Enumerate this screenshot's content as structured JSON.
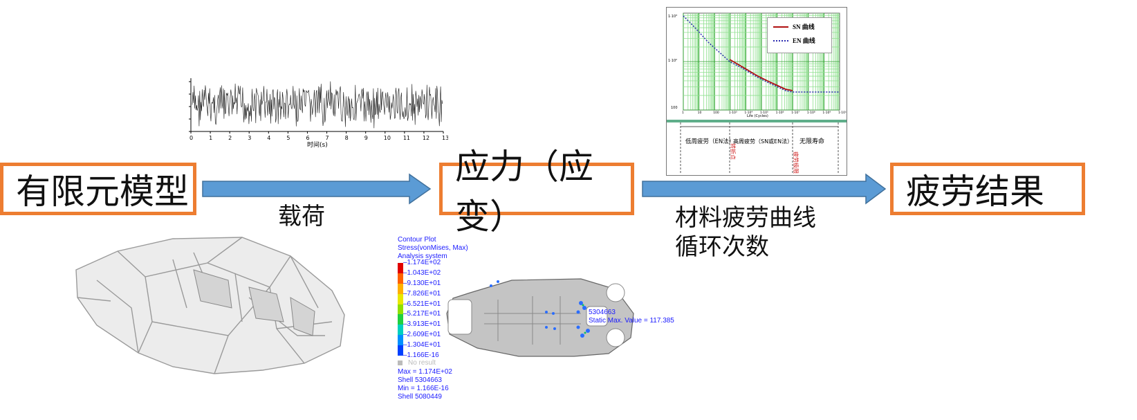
{
  "flow": {
    "box1": "有限元模型",
    "box2": "应力（应变）",
    "box3": "疲劳结果",
    "arrow1_label": "载荷",
    "arrow2_label_line1": "材料疲劳曲线",
    "arrow2_label_line2": "循环次数"
  },
  "load_chart": {
    "xlabel": "时间(s)",
    "ticks": [
      "0",
      "1",
      "2",
      "3",
      "4",
      "5",
      "6",
      "7",
      "8",
      "9",
      "10",
      "11",
      "12",
      "13"
    ]
  },
  "fatigue_chart": {
    "legend": [
      "SN 曲线",
      "EN 曲线"
    ],
    "xlabel": "Life (Cycles)",
    "regions": [
      "低周疲劳（EN法）",
      "高周疲劳（SN或EN法）",
      "无限寿命"
    ],
    "markers": [
      "转折点",
      "疲劳极限"
    ],
    "x_ticks": [
      "1",
      "10",
      "100",
      "1·10³",
      "1·10⁴",
      "1·10⁵",
      "1·10⁶",
      "1·10⁷",
      "1·10⁸",
      "1·10⁹",
      "1·10¹⁰"
    ],
    "y_ticks": [
      "1·10³",
      "1·10²",
      "100"
    ]
  },
  "contour": {
    "title": "Contour Plot",
    "subtitle": "Stress(vonMises, Max)",
    "system": "Analysis system",
    "levels": [
      "1.174E+02",
      "1.043E+02",
      "9.130E+01",
      "7.826E+01",
      "6.521E+01",
      "5.217E+01",
      "3.913E+01",
      "2.609E+01",
      "1.304E+01",
      "1.166E-16"
    ],
    "level_colors": [
      "#e00000",
      "#ff6000",
      "#ffb000",
      "#e8e800",
      "#90e000",
      "#20d040",
      "#00d0c0",
      "#0090ff",
      "#0040ff",
      "#2020c0"
    ],
    "no_result": "No result",
    "max": "Max = 1.174E+02",
    "max_shell": "Shell 5304663",
    "min": "Min = 1.166E-16",
    "min_shell": "Shell 5080449",
    "node_label": "5304663",
    "static_max": "Static Max. Value = 117.385"
  }
}
